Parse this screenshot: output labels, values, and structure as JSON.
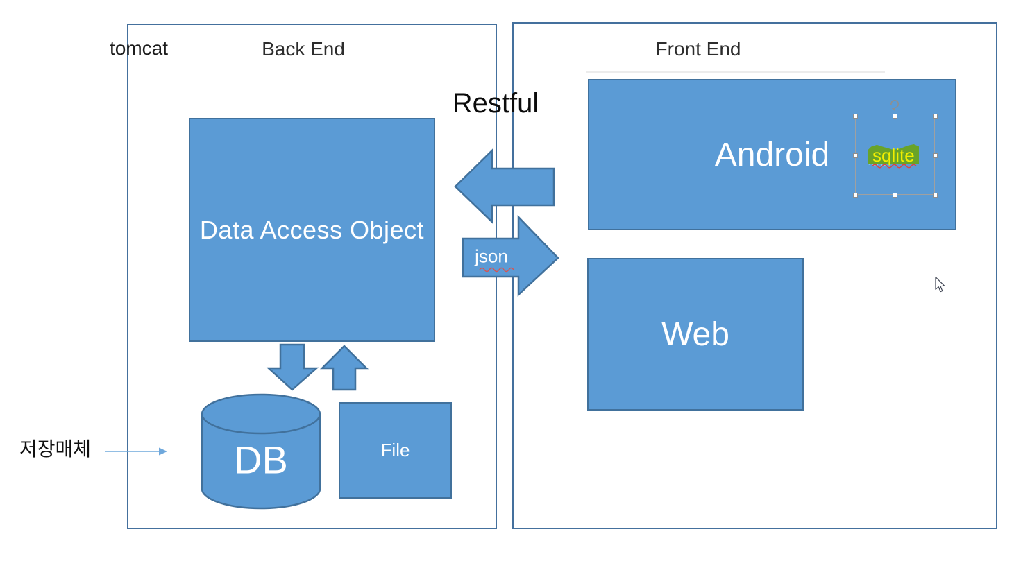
{
  "labels": {
    "tomcat": "tomcat",
    "back_end": "Back End",
    "front_end": "Front End",
    "restful": "Restful",
    "dao": "Data Access Object",
    "db": "DB",
    "file": "File",
    "json": "json",
    "android": "Android",
    "web": "Web",
    "sqlite": "sqlite",
    "storage_media": "저장매체"
  },
  "colors": {
    "shape_fill": "#5b9bd5",
    "shape_border": "#41719c",
    "container_border": "#44709d",
    "sqlite_highlight": "#69a328",
    "sqlite_text": "#f2ef00",
    "thin_arrow": "#6fa8dc",
    "label_text": "#2d2d2d",
    "box_text": "#ffffff"
  },
  "icons": {
    "rotation_handle": "circular-arrow-icon",
    "mouse_cursor": "arrow-pointer-icon"
  }
}
